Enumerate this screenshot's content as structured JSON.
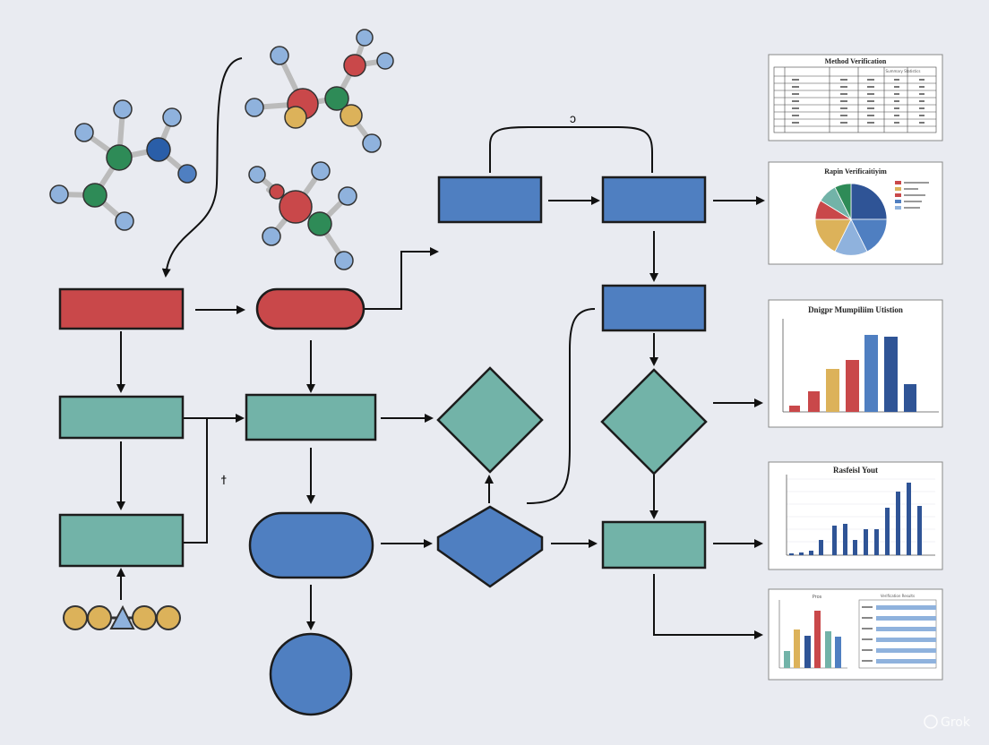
{
  "colors": {
    "background": "#e9ebf1",
    "red": "#c9484a",
    "teal": "#72b3a8",
    "blue": "#4f7fc1",
    "gold": "#dcb25a",
    "green": "#2e8b57",
    "navy": "#2f5496",
    "atom_light": "#8fb2dd"
  },
  "stray_labels": {
    "top_mark": "ɔ",
    "side_mark": "ϯ"
  },
  "panels": {
    "table": {
      "title": "Method Verification",
      "subtitle": "Summary Statistics"
    },
    "pie": {
      "title": "Rapin Verificaitiyim"
    },
    "bar": {
      "title": "Dnigpr Mumpiliim Utistion"
    },
    "histogram": {
      "title": "Rasfeisl Yout"
    },
    "combo": {
      "chart_title": "Pros",
      "table_title": "Verification Results"
    }
  },
  "watermark": "Grok"
}
